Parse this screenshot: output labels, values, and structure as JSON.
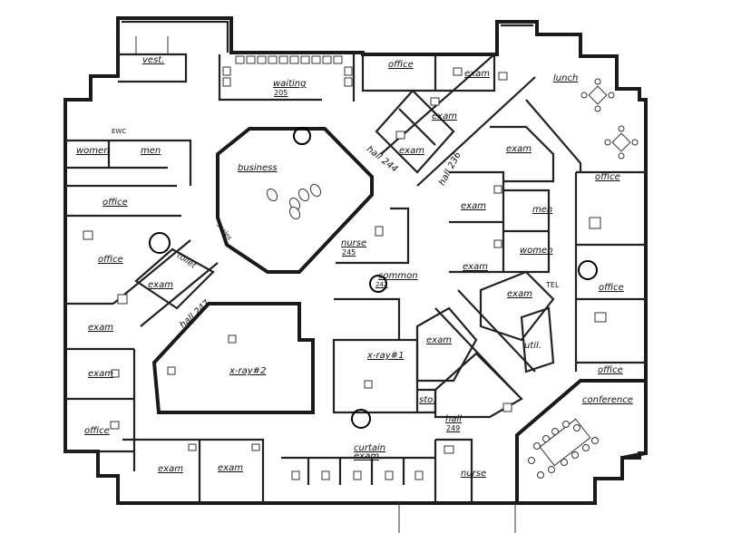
{
  "rooms": {
    "vest": "vest.",
    "waiting": "waiting",
    "waiting_num": "205",
    "office_top": "office",
    "exam_top_right": "exam",
    "lunch": "lunch",
    "exam_center_1": "exam",
    "exam_center_2": "exam",
    "hall_244": "hall 244",
    "hall_236": "hall 236",
    "ewc": "EWC",
    "women_left": "women",
    "men_left": "men",
    "business": "business",
    "office_left_1": "office",
    "office_left_2": "office",
    "toilet": "toilet",
    "scales": "scales",
    "nurse_center": "nurse",
    "nurse_center_num": "245",
    "common": "common",
    "common_num": "242",
    "exam_left": "exam",
    "hall_247": "hall 247",
    "exam_right_1": "exam",
    "exam_right_2": "exam",
    "exam_right_3": "exam",
    "men_right": "men",
    "women_right": "women",
    "exam_right_4": "exam",
    "tel": "TEL",
    "office_right_1": "office",
    "office_right_2": "office",
    "office_right_3": "office",
    "exam_w1": "exam",
    "exam_w2": "exam",
    "office_w3": "office",
    "xray2": "x-ray#2",
    "xray1": "x-ray#1",
    "exam_mid": "exam",
    "util": "util.",
    "sto": "sto.",
    "hall_249": "hall",
    "hall_249_num": "249",
    "conference": "conference",
    "curtain": "curtain",
    "curtain_exam": "exam",
    "exam_b1": "exam",
    "exam_b2": "exam",
    "nurse_bottom": "nurse"
  }
}
